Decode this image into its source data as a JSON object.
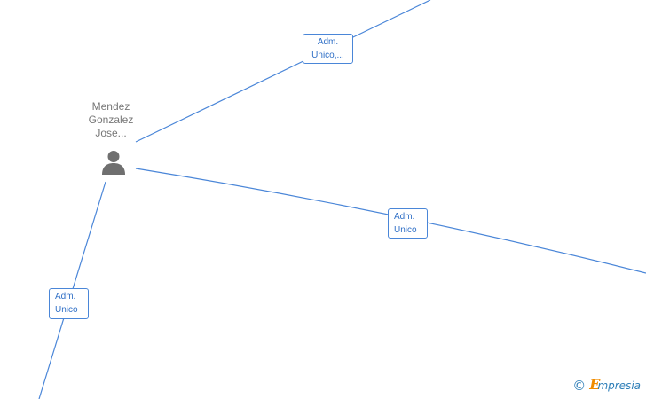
{
  "graph": {
    "person": {
      "name_lines": [
        "Mendez",
        "Gonzalez",
        "Jose..."
      ],
      "icon": "person-icon"
    },
    "edges": [
      {
        "label_lines": [
          "Adm.",
          "Unico,..."
        ]
      },
      {
        "label_lines": [
          "Adm.",
          "Unico"
        ]
      },
      {
        "label_lines": [
          "Adm.",
          "Unico"
        ]
      }
    ],
    "line_color": "#4a86d8"
  },
  "watermark": {
    "copyright_symbol": "©",
    "brand_initial": "E",
    "brand_rest": "mpresia",
    "colors": {
      "initial": "#f08c00",
      "text": "#2f7fb8"
    }
  }
}
